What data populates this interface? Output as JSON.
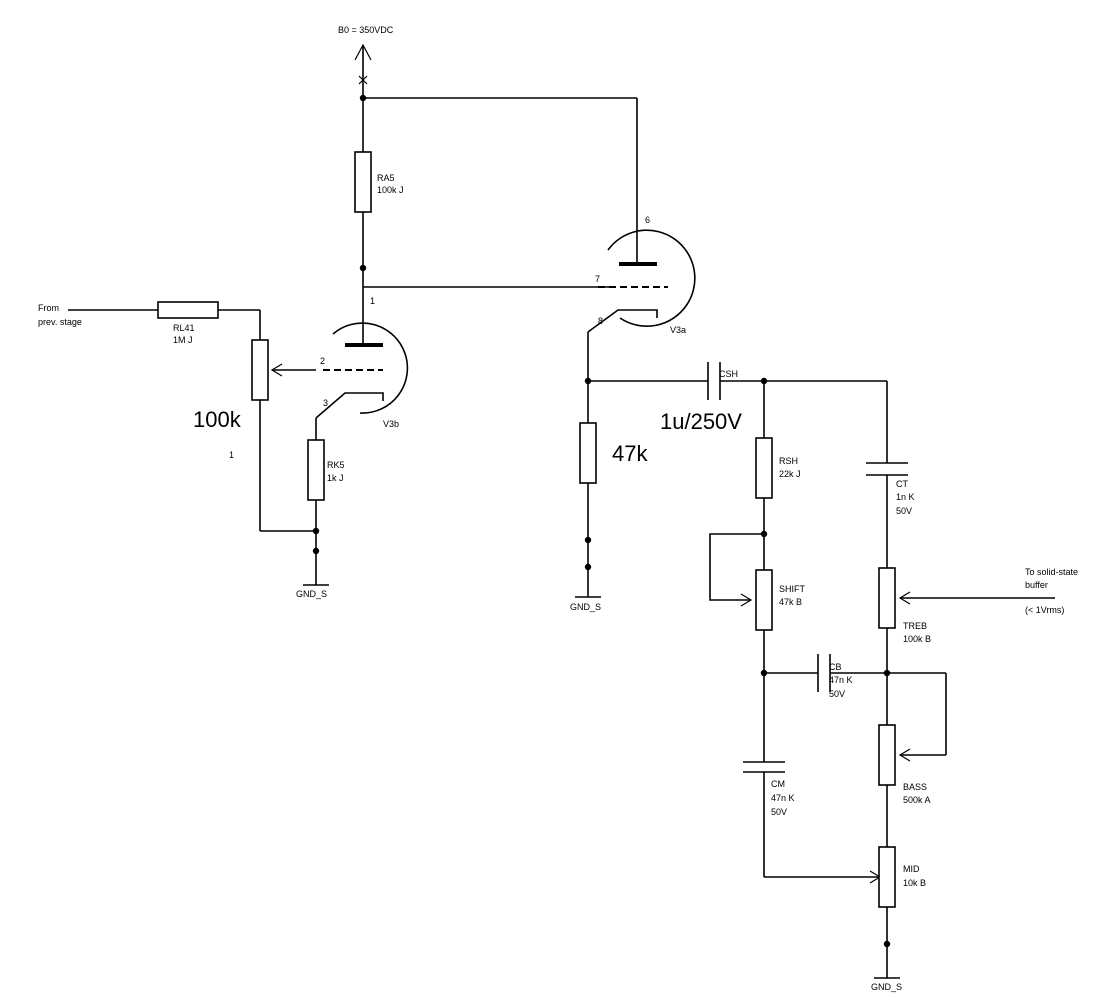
{
  "supply": {
    "label": "B0 = 350VDC"
  },
  "input": {
    "line1": "From",
    "line2": "prev. stage"
  },
  "output": {
    "line1": "To solid-state",
    "line2": "buffer",
    "line3": "(< 1Vrms)"
  },
  "ground": {
    "label": "GND_S"
  },
  "tubes": {
    "v3b": {
      "name": "V3b",
      "plate_pin": "1",
      "grid_pin": "2",
      "cathode_pin": "3"
    },
    "v3a": {
      "name": "V3a",
      "plate_pin": "6",
      "grid_pin": "7",
      "cathode_pin": "8"
    }
  },
  "components": {
    "ra5": {
      "name": "RA5",
      "value": "100k J"
    },
    "rl41": {
      "name": "RL41",
      "value": "1M J"
    },
    "rk5": {
      "name": "RK5",
      "value": "1k J"
    },
    "vol_pot": {
      "pin": "1"
    },
    "csh": {
      "name": "CSH"
    },
    "rsh": {
      "name": "RSH",
      "value": "22k J"
    },
    "ct": {
      "name": "CT",
      "value": "1n K",
      "voltage": "50V"
    },
    "shift": {
      "name": "SHIFT",
      "value": "47k B"
    },
    "treb": {
      "name": "TREB",
      "value": "100k B"
    },
    "cb": {
      "name": "CB",
      "value": "47n K",
      "voltage": "50V"
    },
    "cm": {
      "name": "CM",
      "value": "47n K",
      "voltage": "50V"
    },
    "bass": {
      "name": "BASS",
      "value": "500k A"
    },
    "mid": {
      "name": "MID",
      "value": "10k B"
    }
  },
  "annotations": {
    "pot_value": "100k",
    "cap_value": "1u/250V",
    "cathode_res": "47k"
  }
}
